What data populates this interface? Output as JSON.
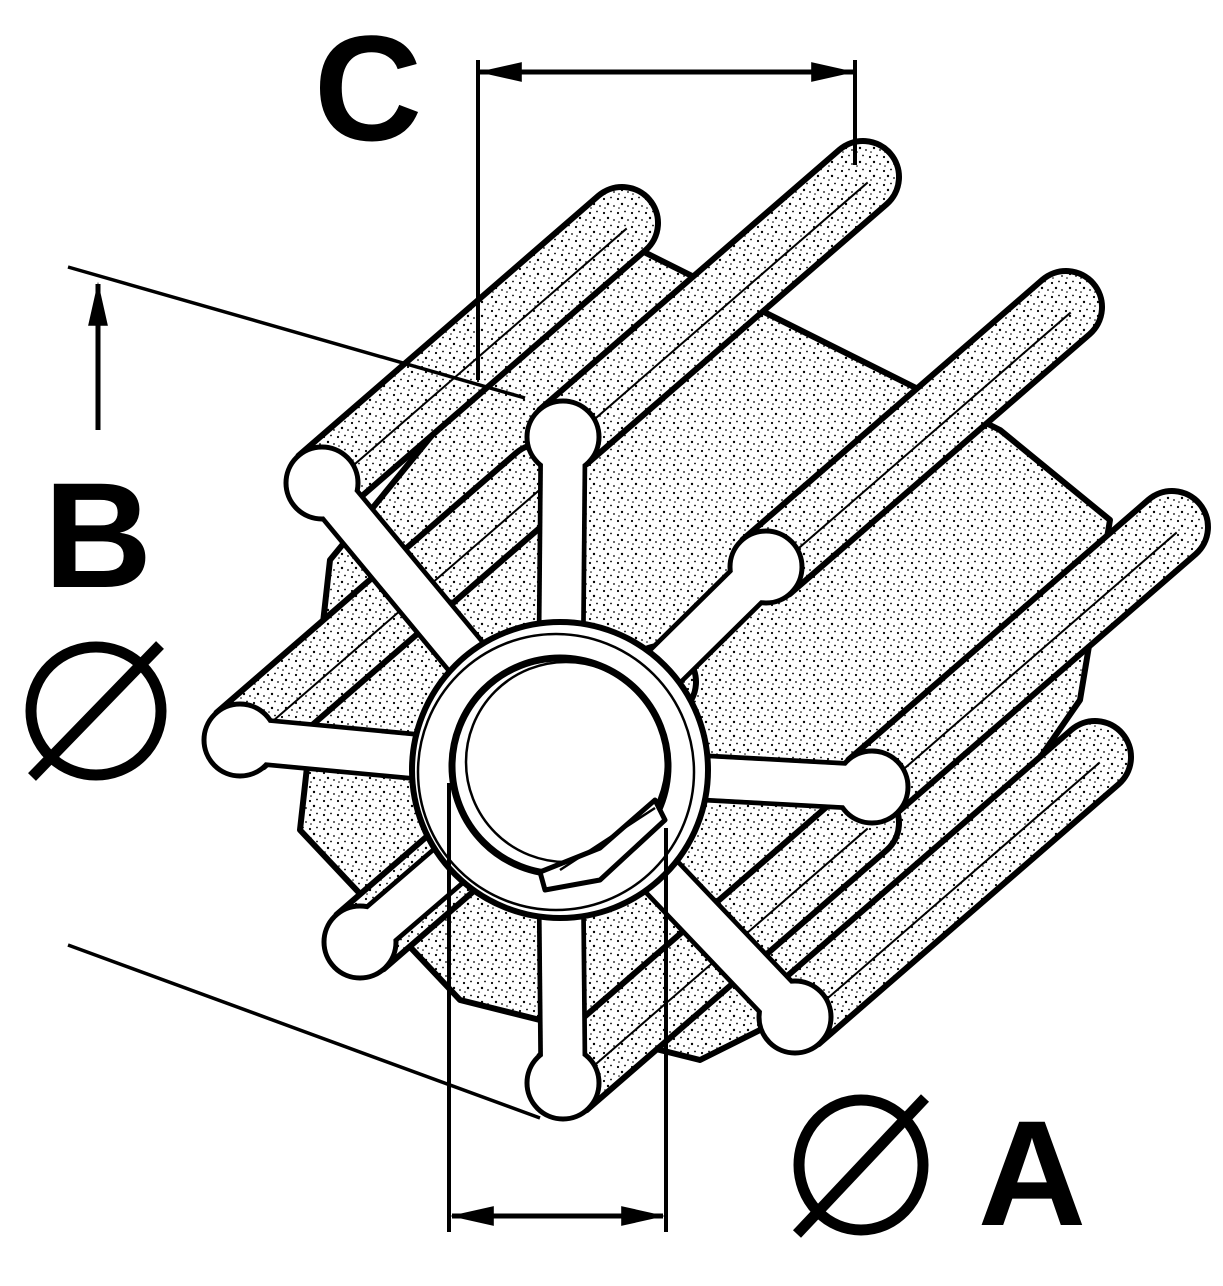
{
  "labels": {
    "c": "C",
    "b": "B",
    "a": "A"
  },
  "icons": {
    "diameter_symbol": "diameter-icon"
  },
  "colors": {
    "ink": "#000000",
    "paper": "#ffffff",
    "stipple": "#000000"
  }
}
